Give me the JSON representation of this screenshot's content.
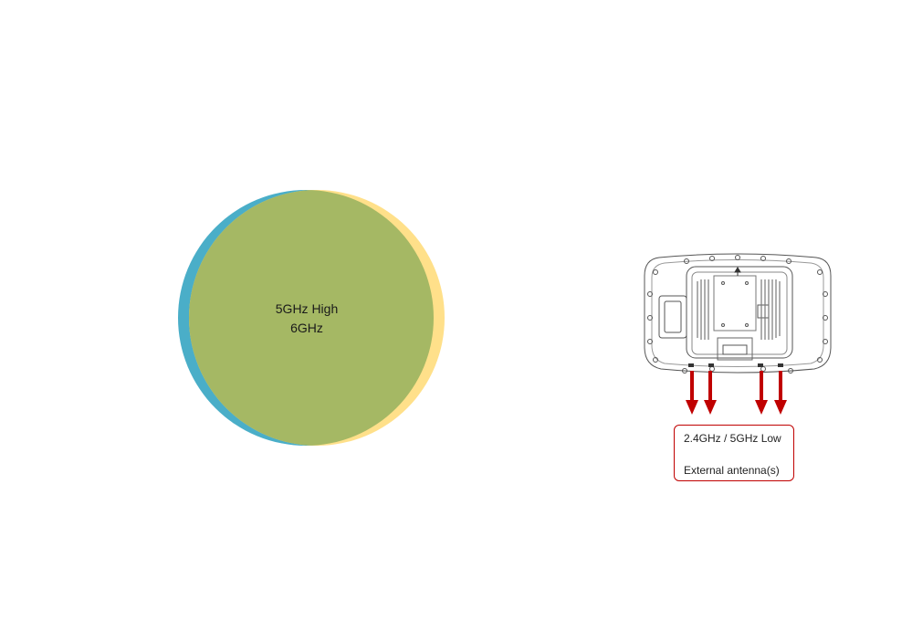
{
  "coverage": {
    "label_lines": [
      "5GHz High",
      "6GHz"
    ],
    "colors": {
      "left_band": "#4aaec8",
      "right_band": "#ffe08a",
      "overlap": "#a5b864"
    }
  },
  "device": {
    "icon": "access-point-rear-view-icon"
  },
  "antenna_callout": {
    "line1": "2.4GHz / 5GHz Low",
    "line2": "External antenna(s)",
    "accent": "#c00000"
  }
}
